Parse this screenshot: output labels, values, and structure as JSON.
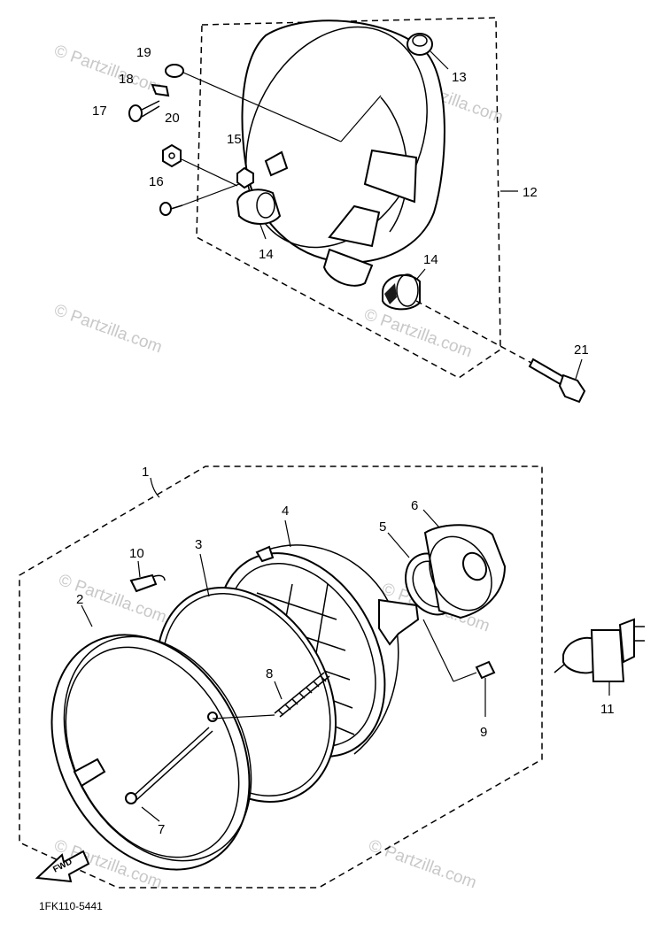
{
  "labels": {
    "l1": "1",
    "l2": "2",
    "l3": "3",
    "l4": "4",
    "l5": "5",
    "l6": "6",
    "l7": "7",
    "l8": "8",
    "l9": "9",
    "l10": "10",
    "l11": "11",
    "l12": "12",
    "l13": "13",
    "l14a": "14",
    "l14b": "14",
    "l15": "15",
    "l16": "16",
    "l17": "17",
    "l18": "18",
    "l19": "19",
    "l20": "20",
    "l21": "21"
  },
  "drawing_code": "1FK110-5441",
  "fwd_arrow_text": "FWD",
  "watermark": {
    "text": "© Partzilla.com",
    "color": "#c8c8c8"
  },
  "line_color": "#000000",
  "icons": [
    "fwd-arrow-icon"
  ]
}
